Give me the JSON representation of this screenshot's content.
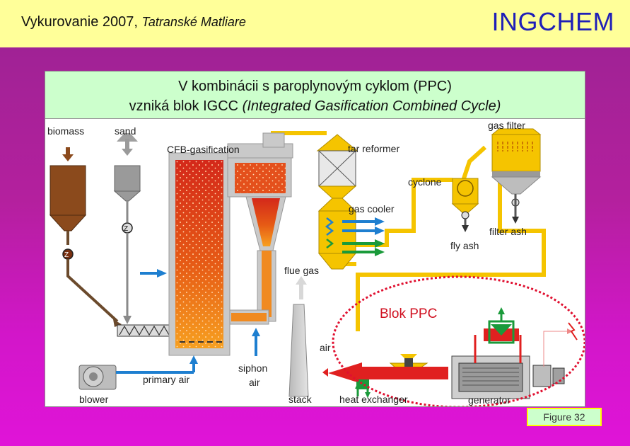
{
  "header": {
    "title_plain": "Vykurovanie 2007,",
    "title_italic": "Tatranské Matliare",
    "brand": "INGCHEM"
  },
  "panel": {
    "line1": "V kombinácii s paroplynovým cyklom (PPC)",
    "line2_plain": "vzniká blok IGCC ",
    "line2_italic": "(Integrated Gasification Combined Cycle)"
  },
  "labels": {
    "biomass": "biomass",
    "sand": "sand",
    "cfb": "CFB-gasification",
    "tar_reformer": "tar reformer",
    "gas_filter": "gas filter",
    "cyclone": "cyclone",
    "gas_cooler": "gas cooler",
    "filter_ash": "filter ash",
    "fly_ash": "fly ash",
    "flue_gas": "flue gas",
    "blok_ppc": "Blok PPC",
    "air": "air",
    "siphon_air_1": "siphon",
    "siphon_air_2": "air",
    "primary_air": "primary air",
    "blower": "blower",
    "stack": "stack",
    "heat_exchanger": "heat exchanger",
    "generator": "generator"
  },
  "figure": {
    "label": "Figure  32"
  },
  "colors": {
    "header_bg": "#ffff99",
    "brand": "#1f1fb8",
    "panel_head_bg": "#ccffcc",
    "gas_line": "#f5c400",
    "air_arrow": "#1e7fd0",
    "hot_arrow": "#e02020",
    "ppc_outline": "#e01030"
  }
}
